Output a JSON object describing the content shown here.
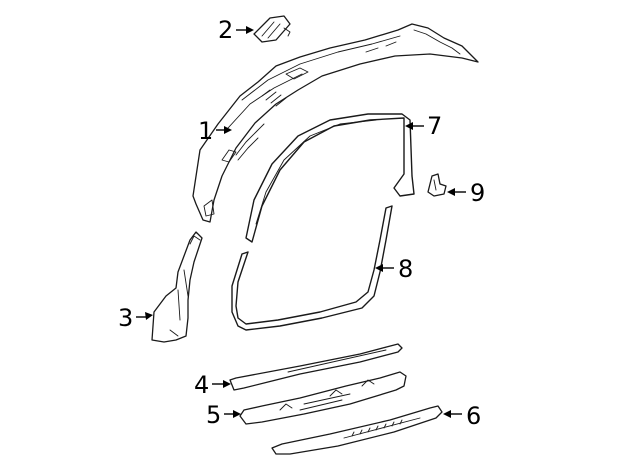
{
  "diagram": {
    "callouts": [
      {
        "id": "1",
        "label": "1"
      },
      {
        "id": "2",
        "label": "2"
      },
      {
        "id": "3",
        "label": "3"
      },
      {
        "id": "4",
        "label": "4"
      },
      {
        "id": "5",
        "label": "5"
      },
      {
        "id": "6",
        "label": "6"
      },
      {
        "id": "7",
        "label": "7"
      },
      {
        "id": "8",
        "label": "8"
      },
      {
        "id": "9",
        "label": "9"
      }
    ],
    "colors": {
      "line": "#1a1a1a",
      "background": "#ffffff"
    }
  }
}
